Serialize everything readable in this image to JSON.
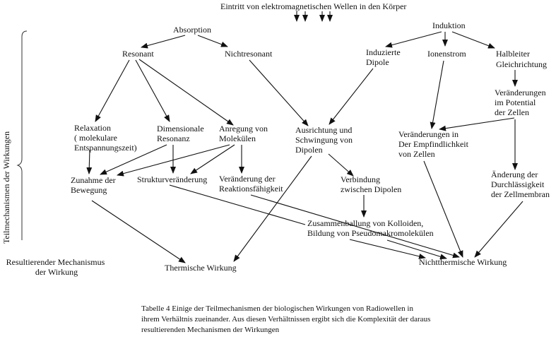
{
  "header": {
    "title": "Eintritt von elektromagnetischen Wellen in den Körper"
  },
  "side_label": "Teilmechanismen der Wirkungen",
  "result_label": [
    "Resultierender Mechanismus",
    "der Wirkung"
  ],
  "nodes": {
    "absorption": [
      "Absorption"
    ],
    "resonant": [
      "Resonant"
    ],
    "nichtresonant": [
      "Nichtresonant"
    ],
    "induktion": [
      "Induktion"
    ],
    "induzierte_dipole": [
      "Induzierte",
      "Dipole"
    ],
    "ionenstrom": [
      "Ionenstrom"
    ],
    "halbleiter": [
      "Halbleiter",
      "Gleichrichtung"
    ],
    "potential": [
      "Veränderungen",
      "im Potential",
      "der Zellen"
    ],
    "relaxation": [
      "Relaxation",
      "( molekulare",
      "Entspannungszeit)"
    ],
    "dimensionale": [
      "Dimensionale",
      "Resonanz"
    ],
    "anregung": [
      "Anregung von",
      "Molekülen"
    ],
    "ausrichtung": [
      "Ausrichtung und",
      "Schwingung von",
      "Dipolen"
    ],
    "empfindlichkeit": [
      "Veränderungen in",
      "Der Empfindlichkeit",
      "von Zellen"
    ],
    "durchlaessigkeit": [
      "Änderung der",
      "Durchlässigkeit",
      "der Zellmembran"
    ],
    "zunahme": [
      "Zunahme der",
      "Bewegung"
    ],
    "struktur": [
      "Strukturveränderung"
    ],
    "reaktion": [
      "Veränderung der",
      "Reaktionsfähigkeit"
    ],
    "verbindung": [
      "Verbindung",
      "zwischen Dipolen"
    ],
    "zusammenballung": [
      "Zusammenballung von Kolloiden,",
      "Bildung von Pseudomakromolekülen"
    ],
    "nichtthermisch": [
      "Nichtthermische Wirkung"
    ],
    "thermisch": [
      "Thermische Wirkung"
    ]
  },
  "caption": [
    "Tabelle 4     Einige der Teilmechanismen  der biologischen Wirkungen von Radiowellen in",
    "ihrem Verhältnis zueinander. Aus diesen Verhältnissen ergibt sich die Komplexität der daraus",
    "resultierenden Mechanismen der Wirkungen"
  ]
}
